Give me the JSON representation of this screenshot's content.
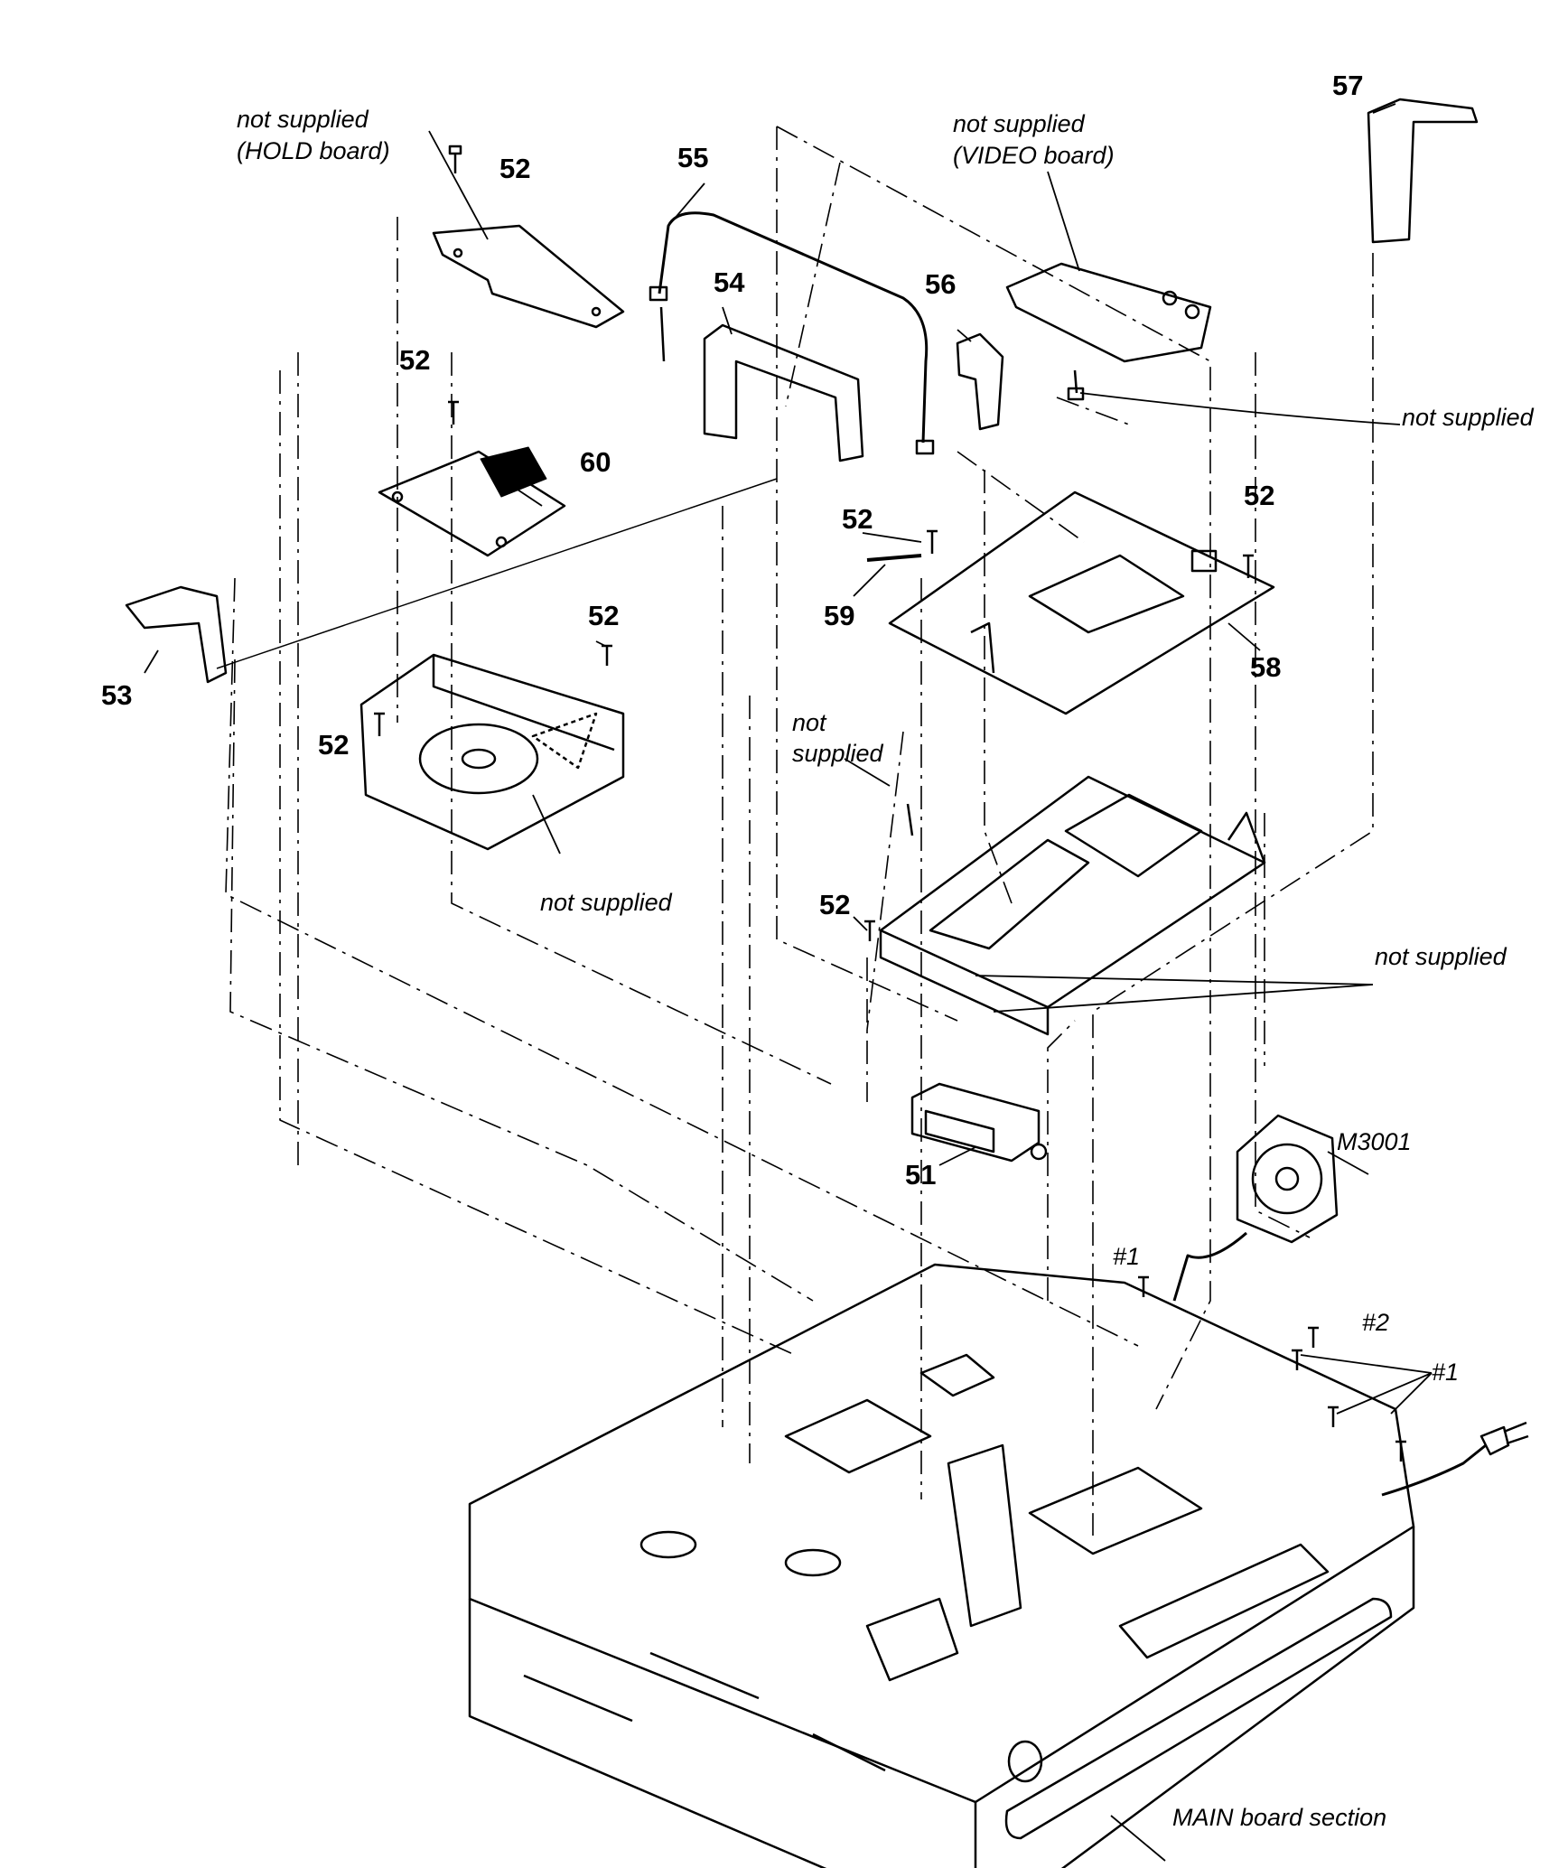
{
  "callouts": {
    "c57": "57",
    "c55": "55",
    "c54": "54",
    "c56": "56",
    "c52a": "52",
    "c52b": "52",
    "c52c": "52",
    "c52d": "52",
    "c52e": "52",
    "c52f": "52",
    "c52g": "52",
    "c60": "60",
    "c59": "59",
    "c58": "58",
    "c53": "53",
    "c51": "51",
    "cM3001": "M3001",
    "cH1a": "#1",
    "cH2": "#2",
    "cH1b": "#1"
  },
  "notes": {
    "hold_line1": "not supplied",
    "hold_line2": "(HOLD board)",
    "video_line1": "not supplied",
    "video_line2": "(VIDEO board)",
    "ns_right": "not supplied",
    "ns_left_bracket": "not supplied",
    "ns_small_line1": "not",
    "ns_small_line2": "supplied",
    "ns_chassis": "not supplied",
    "main_board": "MAIN board section"
  }
}
